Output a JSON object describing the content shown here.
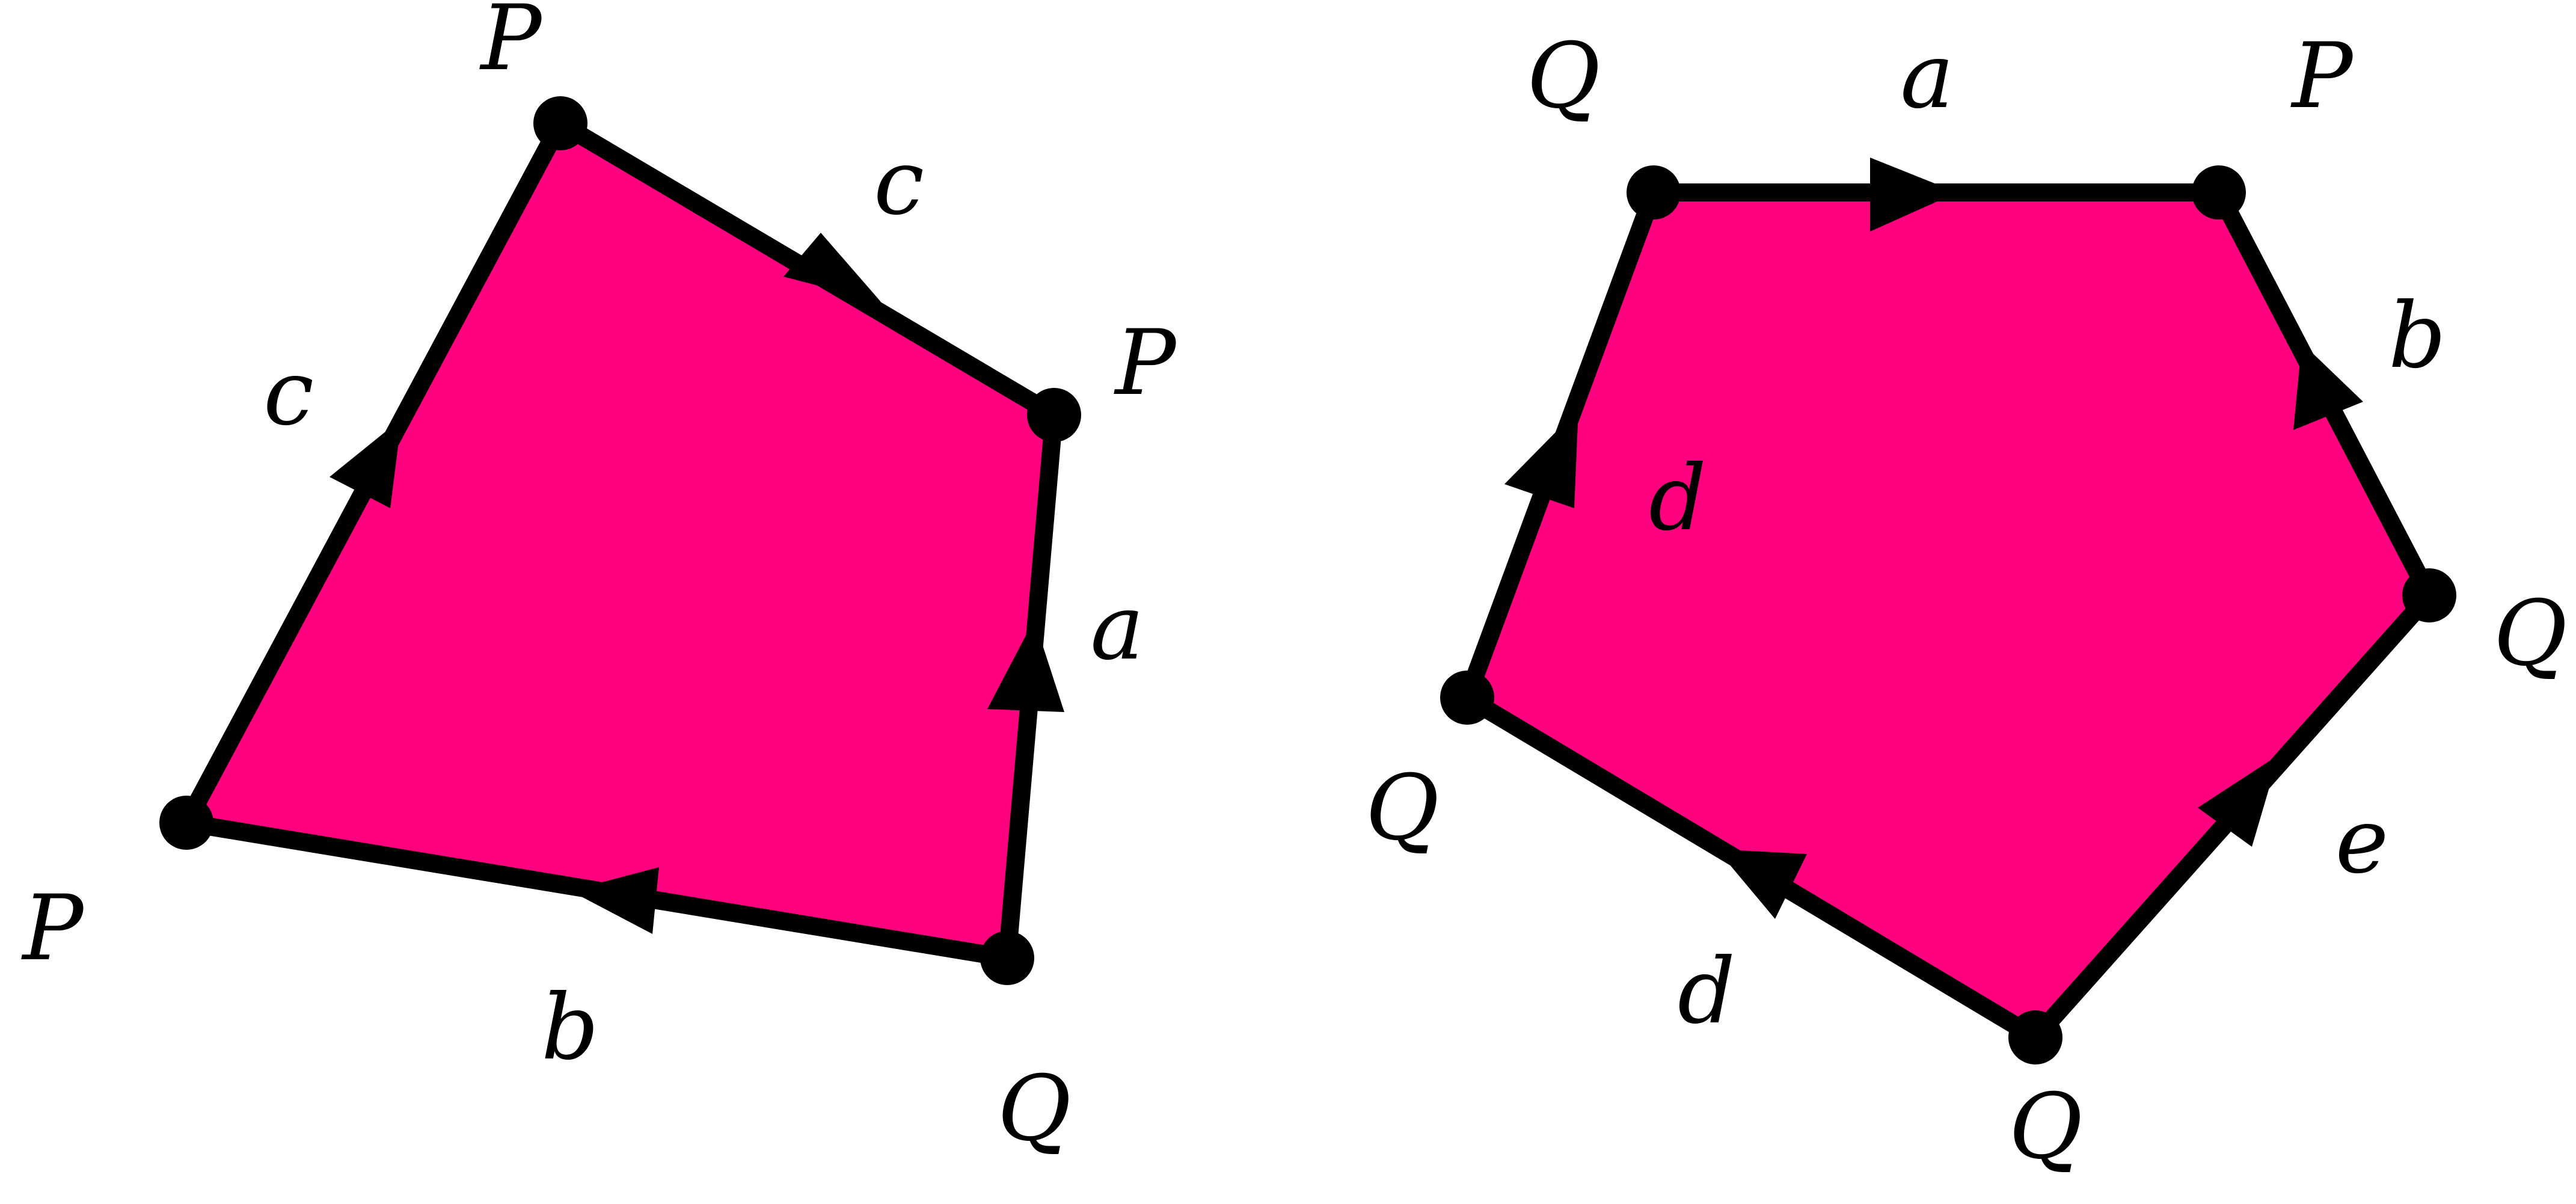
{
  "colors": {
    "fill": "#ff007f",
    "stroke": "#000000",
    "background": "#ffffff"
  },
  "left_polygon": {
    "vertex_labels": [
      "P",
      "P",
      "P",
      "Q"
    ],
    "edge_labels": [
      "c",
      "c",
      "a",
      "b"
    ]
  },
  "right_polygon": {
    "vertex_labels": [
      "Q",
      "P",
      "Q",
      "Q",
      "Q"
    ],
    "edge_labels": [
      "a",
      "b",
      "e",
      "d",
      "d"
    ]
  }
}
